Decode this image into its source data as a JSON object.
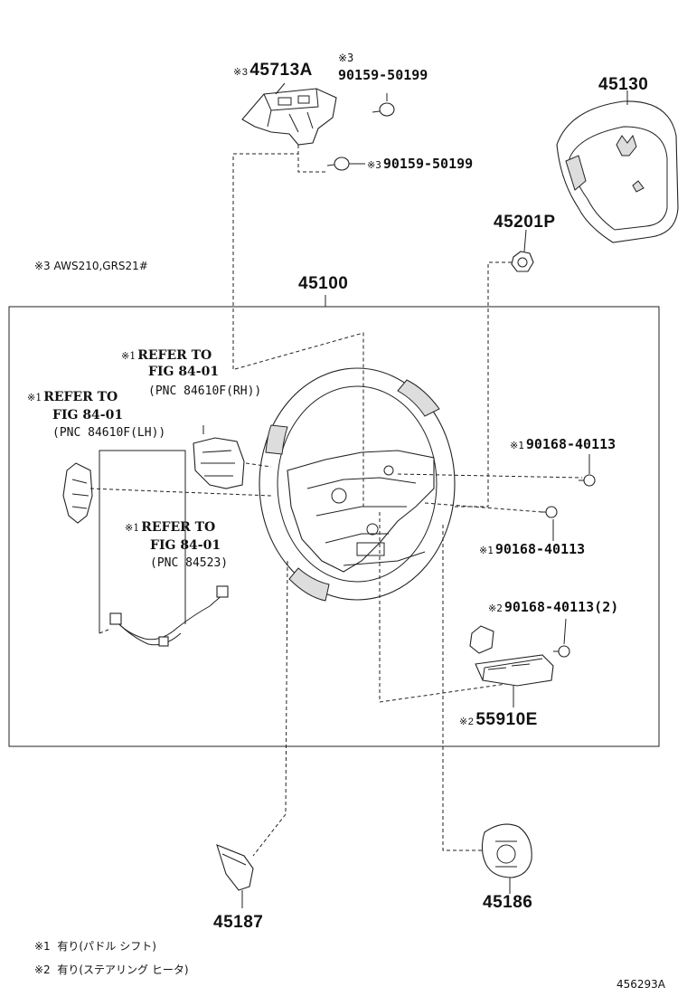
{
  "diagram": {
    "figure_code": "456293A",
    "condition_note": {
      "mark": "※3",
      "text": "AWS210,GRS21#"
    },
    "parts": {
      "p45713A": {
        "mark": "※3",
        "number": "45713A"
      },
      "p90159_top": {
        "mark": "※3",
        "number": "90159-50199"
      },
      "p90159_mid": {
        "mark": "※3",
        "number": "90159-50199"
      },
      "p45130": {
        "number": "45130"
      },
      "p45201P": {
        "number": "45201P"
      },
      "p45100": {
        "number": "45100"
      },
      "p90168_a": {
        "mark": "※1",
        "number": "90168-40113"
      },
      "p90168_b": {
        "mark": "※1",
        "number": "90168-40113"
      },
      "p90168_c": {
        "mark": "※2",
        "number": "90168-40113(2)"
      },
      "p55910E": {
        "mark": "※2",
        "number": "55910E"
      },
      "p45187": {
        "number": "45187"
      },
      "p45186": {
        "number": "45186"
      }
    },
    "references": {
      "rh": {
        "mark": "※1",
        "line1": "REFER TO",
        "line2": "FIG 84-01",
        "line3": "(PNC 84610F(RH))"
      },
      "lh": {
        "mark": "※1",
        "line1": "REFER TO",
        "line2": "FIG 84-01",
        "line3": "(PNC 84610F(LH))"
      },
      "wire": {
        "mark": "※1",
        "line1": "REFER TO",
        "line2": "FIG 84-01",
        "line3": "(PNC 84523)"
      }
    },
    "footnotes": [
      {
        "mark": "※1",
        "text": "有り(パドル シフト)"
      },
      {
        "mark": "※2",
        "text": "有り(ステアリング ヒータ)"
      }
    ]
  }
}
